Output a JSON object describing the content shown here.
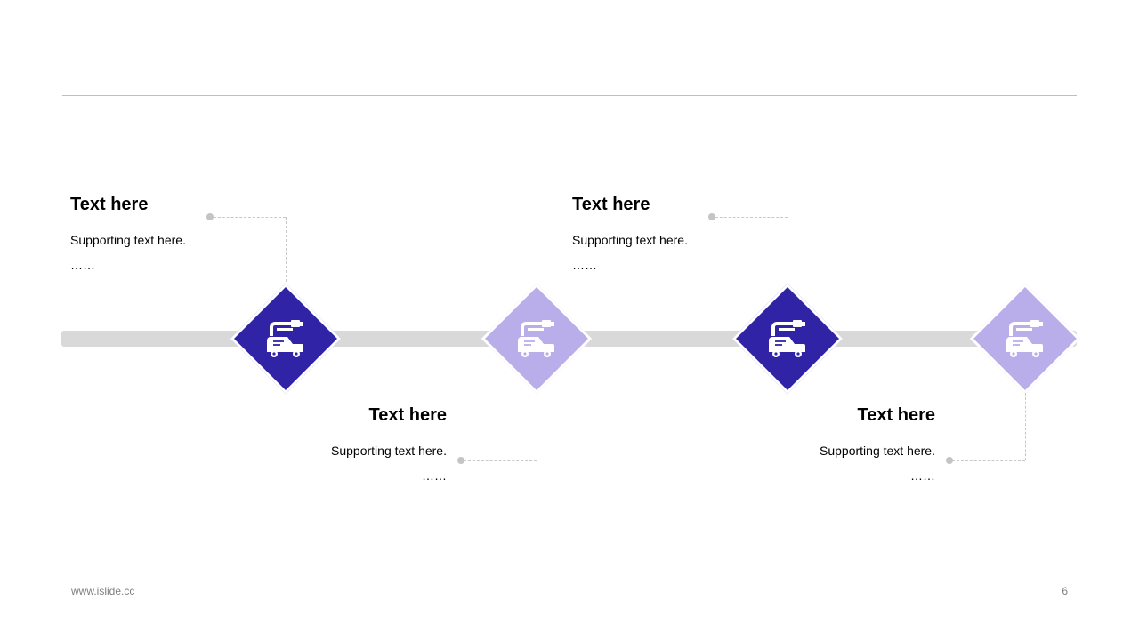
{
  "steps": [
    {
      "title": "Text here",
      "support": "Supporting text here.",
      "dots": "……",
      "icon": "crane-truck-icon",
      "color": "#3023a6"
    },
    {
      "title": "Text here",
      "support": "Supporting text here.",
      "dots": "……",
      "icon": "crane-truck-icon",
      "color": "#b9aeea"
    },
    {
      "title": "Text here",
      "support": "Supporting text here.",
      "dots": "……",
      "icon": "crane-truck-icon",
      "color": "#3023a6"
    },
    {
      "title": "Text here",
      "support": "Supporting text here.",
      "dots": "……",
      "icon": "crane-truck-icon",
      "color": "#b9aeea"
    }
  ],
  "footer": {
    "url": "www.islide.cc",
    "page": "6"
  },
  "colors": {
    "dark": "#3023a6",
    "light": "#b9aeea",
    "track": "#d9d9d9"
  }
}
